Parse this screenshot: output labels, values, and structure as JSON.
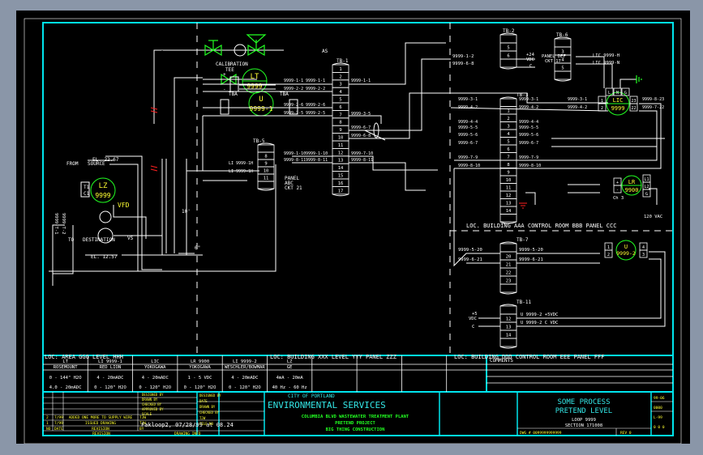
{
  "colors": {
    "background": "#000000",
    "frame": "#00e5ee",
    "wire": "#ffffff",
    "tag": "#ffff33",
    "instrument": "#22ff22",
    "alarm": "#ff2020",
    "viewport_bg": "#8a96a8"
  },
  "field": {
    "calibration_tee": [
      "CALIBRATION",
      "TEE"
    ],
    "as_label": "AS",
    "el_top": "EL. 22.67",
    "el_bottom": "EL. 12.57",
    "from_source": [
      "FROM",
      "SOURCE"
    ],
    "to_destination": [
      "TO",
      "DESTINATION"
    ],
    "dim_10": "10'",
    "dim_6": "6\"",
    "vfd": "VFD",
    "vs": "VS",
    "lt": {
      "fn": "LT",
      "tag": "9999"
    },
    "lz": {
      "fn": "LZ",
      "tag": "9999"
    },
    "u1": {
      "fn": "U",
      "tag": "9999-1"
    },
    "cables": [
      "9999-T-1",
      "9999-T-2"
    ],
    "lz_terms": [
      "T1",
      "C1"
    ],
    "tb_a_left": [
      "1",
      "2"
    ],
    "tb_a_right": [
      "6",
      "5"
    ],
    "tba_label": "TBA",
    "lt_terms": [
      "+",
      "-"
    ],
    "loc": "LOC:  AREA GGG LEVEL HHH"
  },
  "panel_zzz": {
    "tb1": {
      "label": "TB-1",
      "rows": [
        "1",
        "2",
        "3",
        "4",
        "5",
        "6",
        "7",
        "8",
        "9",
        "10",
        "11",
        "12",
        "13",
        "14",
        "15",
        "16",
        "17"
      ]
    },
    "tb5": {
      "label": "TB-5",
      "rows": [
        "8",
        "9",
        "10",
        "11"
      ]
    },
    "panel_ckt": [
      "PANEL",
      "ABC",
      "CKT 21"
    ],
    "left_wires": [
      "9999-1-1",
      "9999-2-2",
      "9999-2-6",
      "9999-2-5",
      "9999-1-10",
      "9999-8-11"
    ],
    "right_wires": [
      "9999-1-1",
      "9999-3-5",
      "9999-6-7",
      "9999-6-8",
      "9999-7-10",
      "9999-8-11"
    ],
    "tb5_wires": [
      "LI 9999-1H",
      "LI 9999-1H"
    ],
    "loc": "LOC:  BUILDING XXX LEVEL YYY PANEL ZZZ"
  },
  "panel_ccc": {
    "tb2": {
      "label": "TB-2",
      "rows": [
        "5",
        "6"
      ],
      "wires": [
        "9999-1-2",
        "9999-6-8"
      ],
      "supply": [
        "+24",
        "VDC",
        "C"
      ]
    },
    "tb6": {
      "label": "TB-6",
      "rows": [
        "3",
        "4",
        "5"
      ],
      "panel_ckt": [
        "PANEL DEF",
        "CKT 17"
      ],
      "wires": [
        "LIC 9999-H",
        "LIC 9999-N"
      ]
    },
    "tb3": {
      "label": "TB-3",
      "rows": [
        "1",
        "2",
        "3",
        "4",
        "5",
        "6",
        "7",
        "8",
        "9",
        "10",
        "11",
        "12",
        "13",
        "14"
      ]
    },
    "lic": {
      "fn": "LIC",
      "tag": "9999",
      "left_terms": [
        "1",
        "2"
      ],
      "right_terms": [
        "23",
        "22"
      ],
      "top_terms": [
        "L",
        "N",
        "G"
      ]
    },
    "lic_wires": [
      "9999-3-1",
      "9999-4-2",
      "9999-8-23",
      "9999-7-22"
    ],
    "lr": {
      "fn": "LR",
      "tag": "9900",
      "terms": [
        "+",
        "-"
      ],
      "right_terms": [
        "L1",
        "L2",
        "G"
      ],
      "channel": "Ch 3",
      "supply": "120 VAC"
    },
    "tb3_wires": [
      "9999-3-1",
      "9999-4-2",
      "9999-4-4",
      "9999-5-5",
      "9999-5-6",
      "9999-6-7",
      "9999-7-9",
      "9999-8-10"
    ],
    "loc": "LOC.  BUILDING AAA CONTROL ROOM BBB PANEL CCC"
  },
  "panel_fff": {
    "tb7": {
      "label": "TB-7",
      "rows": [
        "20",
        "21",
        "22",
        "23"
      ],
      "wires": [
        "9999-5-20",
        "9999-6-21"
      ]
    },
    "u2": {
      "fn": "U",
      "tag": "9999-2",
      "left_terms": [
        "1",
        "2"
      ],
      "right_terms": [
        "4",
        "3"
      ]
    },
    "tb11": {
      "label": "TB-11",
      "rows": [
        "12",
        "13",
        "14"
      ],
      "wires": [
        "U 9999-2 +5VDC",
        "U 9999-2 C VDC"
      ],
      "supply": [
        "+5",
        "VDC",
        "C"
      ]
    },
    "loc": "LOC:  BUILDING DDD CONTROL ROOM EEE PANEL FFF"
  },
  "instrument_table": {
    "tags": [
      "LT",
      "LI 9999-1",
      "LIC",
      "LR 9900",
      "LI 9999-2",
      "LZ"
    ],
    "manufacturers": [
      "ROSEMOUNT",
      "RED LION",
      "YOKOGAWA",
      "YOKOGAWA",
      "WESCHLER/BOWMAR",
      "GE"
    ],
    "ranges_in": [
      "0 - 144\" H2O",
      "4 - 20mADC",
      "4 - 20mADC",
      "1 - 5 VDC",
      "4 - 20mADC",
      "4mA - 20mA"
    ],
    "ranges_out": [
      "4.0 - 20mADC",
      "0 - 120\" H2O",
      "0 - 120\" H2O",
      "0 - 120\" H2O",
      "0 - 120\" H2O",
      "40 Hz - 60 Hz"
    ],
    "comments_label": "COMMENTS"
  },
  "title_block": {
    "revisions": [
      {
        "no": "2",
        "date": "7/99",
        "desc": "ADDED ONE MORE TO SUPPLY WIRE",
        "by": "TJW"
      },
      {
        "no": "1",
        "date": "7/99",
        "desc": "ISSUED DRAWING",
        "by": "TJW"
      },
      {
        "no": "NO",
        "date": "DATE",
        "desc": "REVISION",
        "by": "BY"
      }
    ],
    "revisions_label": "REVISION",
    "plot_stamp": "Fakloop2, 07/28/99 at 08.24",
    "drawing_info_label": "DRAWING INFO",
    "sign_labels": [
      "DESIGNED BY",
      "DRAWN BY",
      "CHECKED BY",
      "APPROVED BY",
      "SCALE"
    ],
    "dates_labels": [
      "DESIGNED BY",
      "DATE",
      "DRAWN BY",
      "CHECKED BY",
      "TJW",
      "FILE NO"
    ],
    "city": "CITY OF PORTLAND",
    "agency": "ENVIRONMENTAL SERVICES",
    "plant": "COLUMBIA BLVD WASTEWATER TREATMENT PLANT",
    "project": "PRETEND PROJECT",
    "contractor": "BIG THING CONSTRUCTION",
    "process": "SOME PROCESS",
    "level": "PRETEND LEVEL",
    "loop": "LOOP 9999",
    "section": "SECTION 171008",
    "dwg_no": "DWG # 0099999999999",
    "rev": "REV 0",
    "side": [
      "99-06",
      "0000",
      "L-99",
      "0 0 0"
    ]
  }
}
